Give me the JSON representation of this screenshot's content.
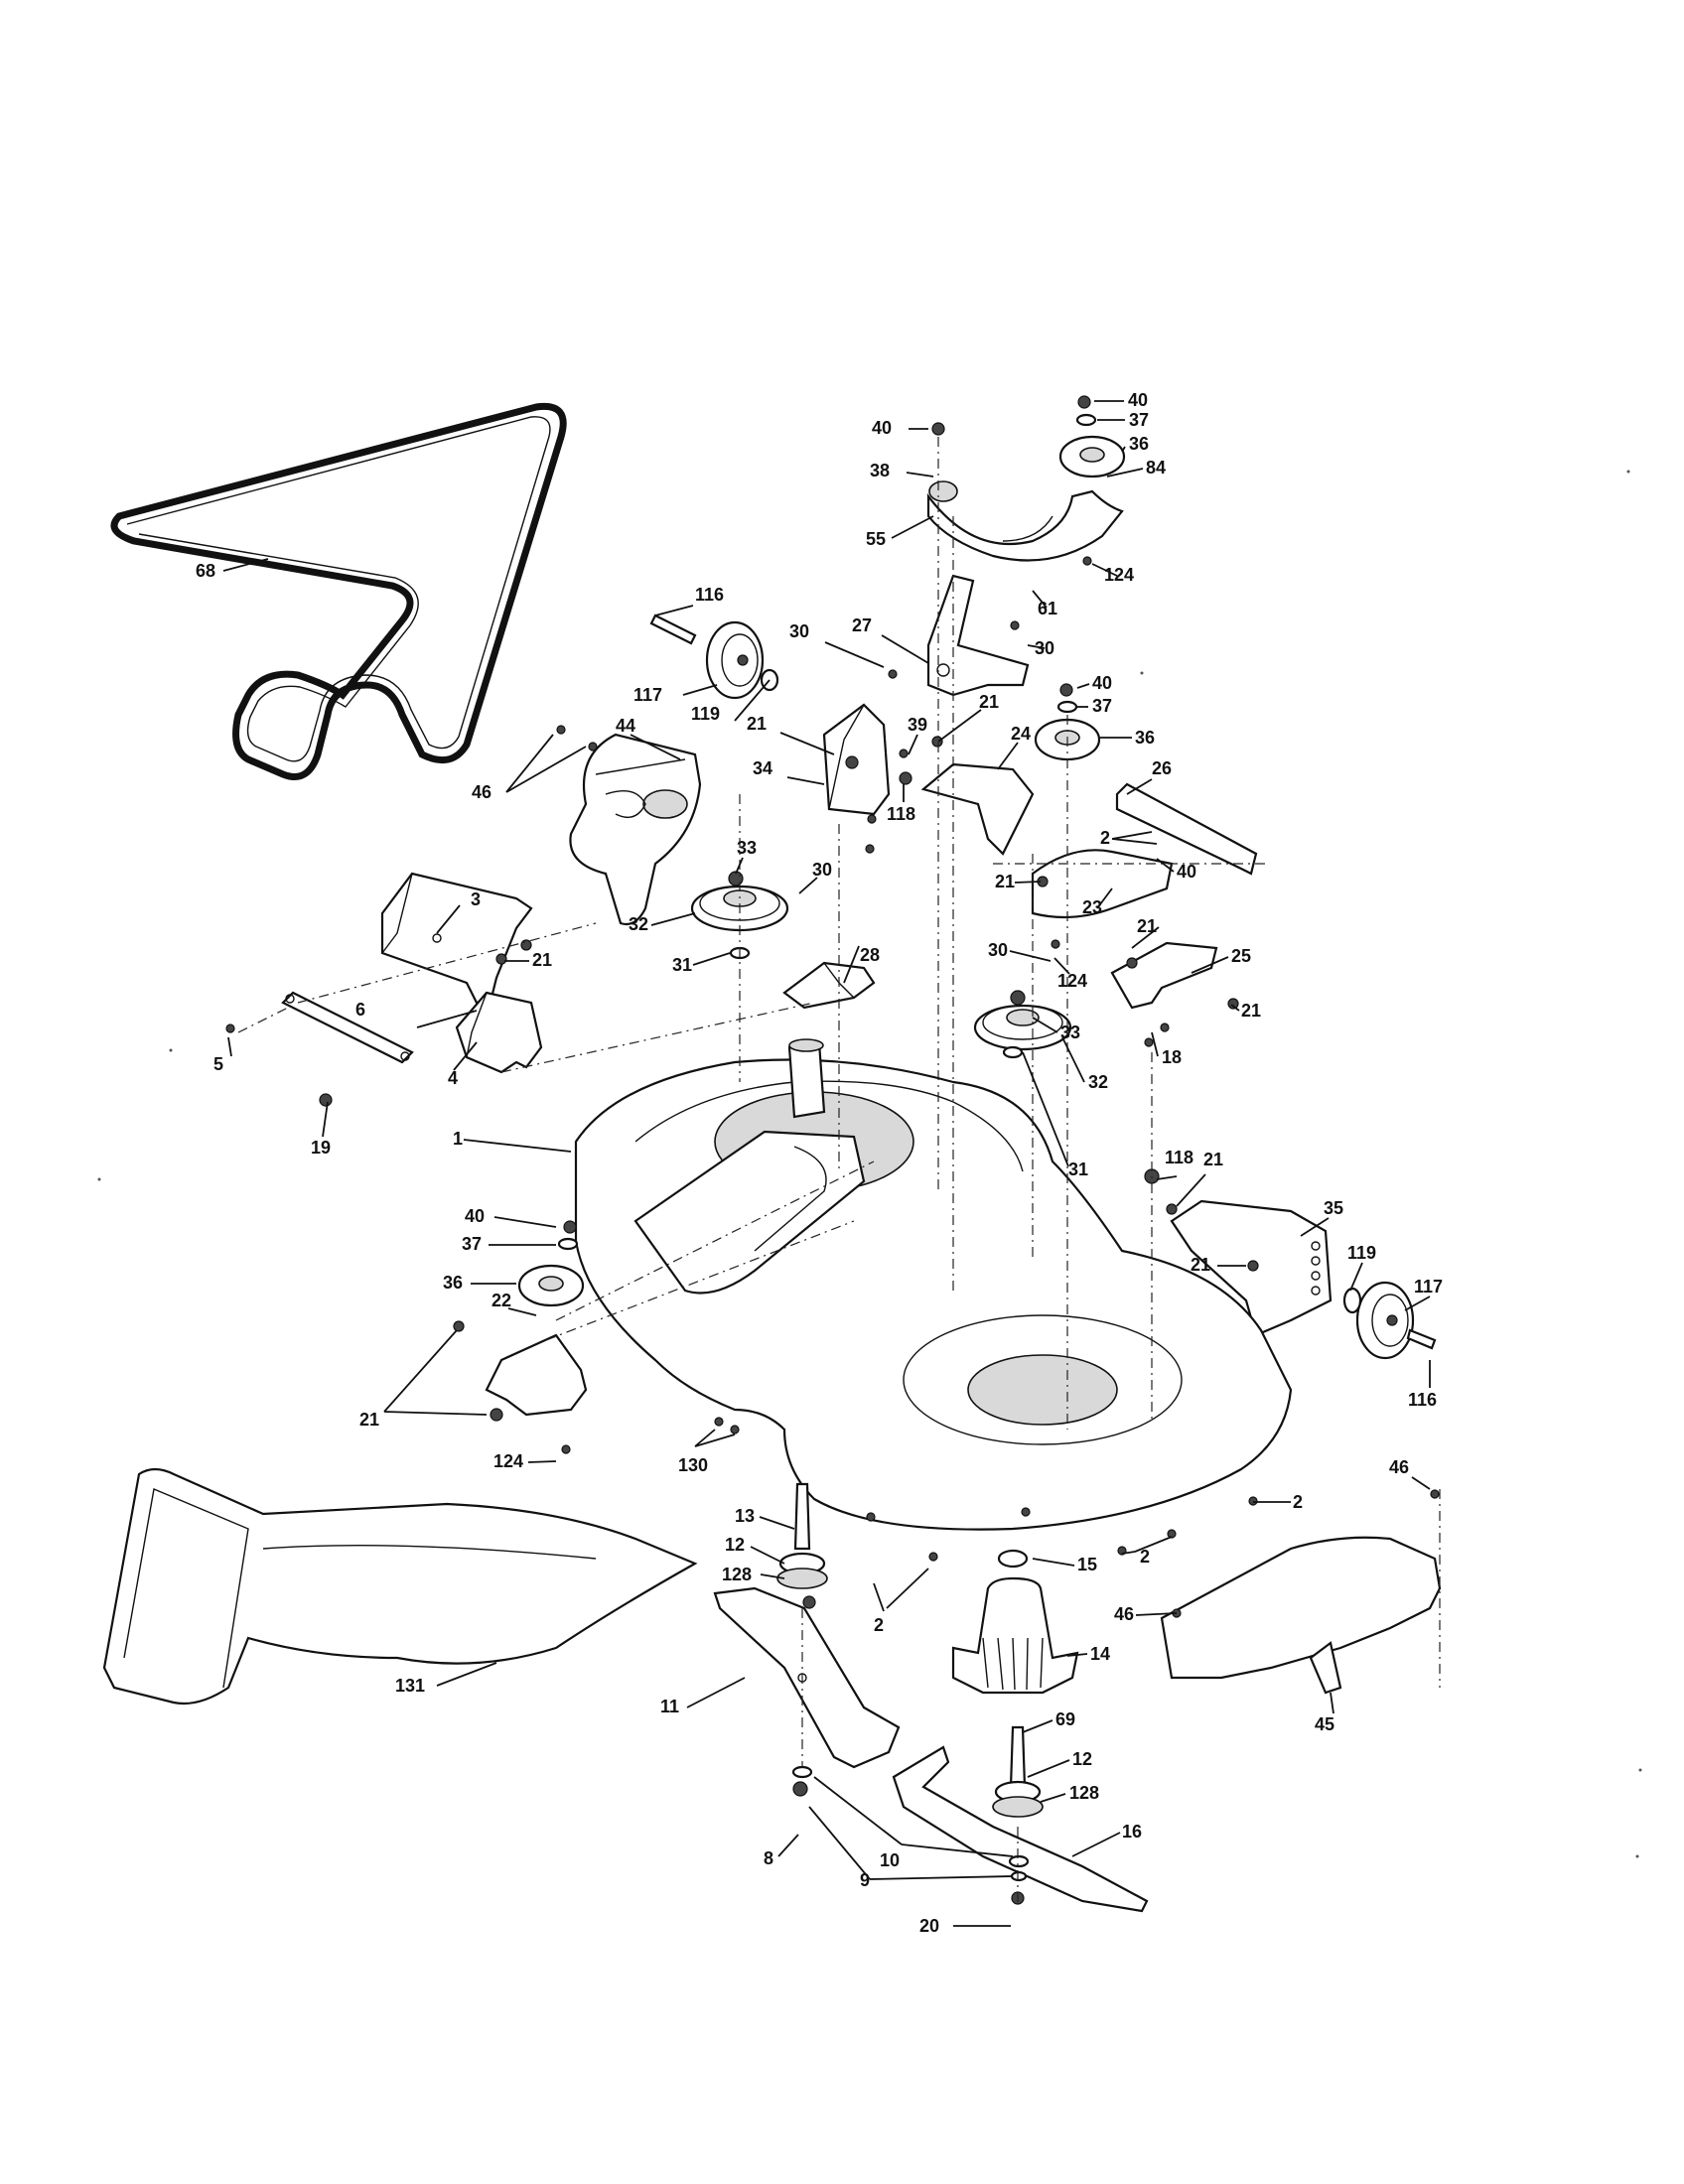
{
  "labels": {
    "p68": "68",
    "p46a": "46",
    "p44": "44",
    "p116a": "116",
    "p117a": "117",
    "p119a": "119",
    "p30a": "30",
    "p27": "27",
    "p21a": "21",
    "p39": "39",
    "p34": "34",
    "p118a": "118",
    "p40a": "40",
    "p38": "38",
    "p55": "55",
    "p40b": "40",
    "p37a": "37",
    "p36a": "36",
    "p84": "84",
    "p124a": "124",
    "p61": "61",
    "p30b": "30",
    "p40c": "40",
    "p37b": "37",
    "p36b": "36",
    "p21b": "21",
    "p24": "24",
    "p26": "26",
    "p2a": "2",
    "p40d": "40",
    "p21c": "21",
    "p23": "23",
    "p21d": "21",
    "p25": "25",
    "p21e": "21",
    "p30c": "30",
    "p124b": "124",
    "p33a": "33",
    "p32a": "32",
    "p31a": "31",
    "p18": "18",
    "p3": "3",
    "p21f": "21",
    "p6": "6",
    "p5": "5",
    "p4": "4",
    "p19": "19",
    "p33b": "33",
    "p30d": "30",
    "p32b": "32",
    "p31b": "31",
    "p28": "28",
    "p1": "1",
    "p118b": "118",
    "p21g": "21",
    "p35": "35",
    "p21h": "21",
    "p119b": "119",
    "p117b": "117",
    "p116b": "116",
    "p40e": "40",
    "p37c": "37",
    "p36c": "36",
    "p22": "22",
    "p21i": "21",
    "p124c": "124",
    "p130": "130",
    "p131": "131",
    "p13": "13",
    "p12a": "12",
    "p128a": "128",
    "p2b": "2",
    "p15": "15",
    "p14": "14",
    "p2c": "2",
    "p2d": "2",
    "p46b": "46",
    "p46c": "46",
    "p45": "45",
    "p11": "11",
    "p69": "69",
    "p12b": "12",
    "p128b": "128",
    "p16": "16",
    "p8": "8",
    "p10": "10",
    "p9": "9",
    "p20": "20"
  }
}
